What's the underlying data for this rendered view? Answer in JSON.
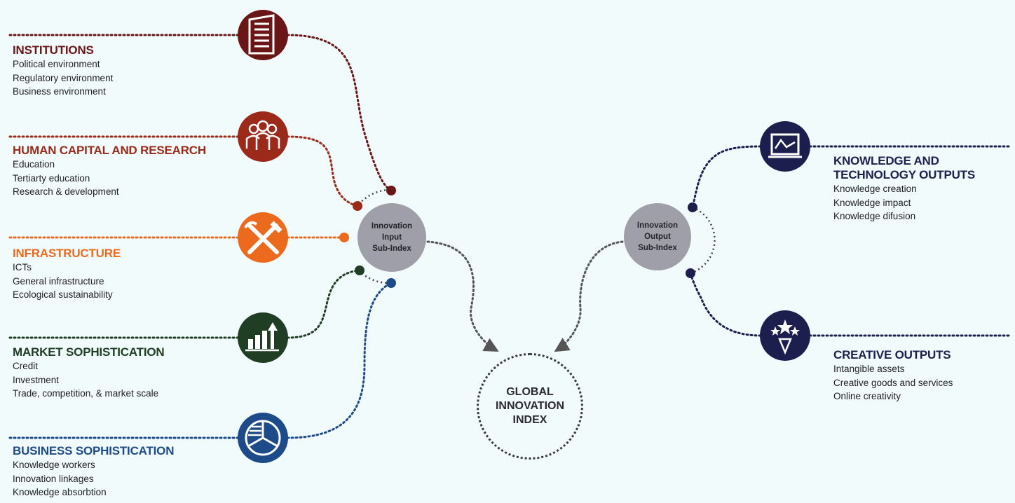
{
  "pillars": {
    "institutions": {
      "title": "INSTITUTIONS",
      "items": [
        "Political environment",
        "Regulatory environment",
        "Business environment"
      ],
      "color": "#6b1616",
      "icon": "building-icon"
    },
    "human_capital": {
      "title": "HUMAN CAPITAL AND RESEARCH",
      "items": [
        "Education",
        "Tertiarty education",
        "Research & development"
      ],
      "color": "#9b2a1a",
      "icon": "people-icon"
    },
    "infrastructure": {
      "title": "INFRASTRUCTURE",
      "items": [
        "ICTs",
        "General infrastructure",
        "Ecological sustainability"
      ],
      "color": "#ec6a1e",
      "icon": "tools-icon"
    },
    "market": {
      "title": "MARKET SOPHISTICATION",
      "items": [
        "Credit",
        "Investment",
        "Trade, competition, & market scale"
      ],
      "color": "#1f3e23",
      "icon": "bar-chart-up-icon"
    },
    "business": {
      "title": "BUSINESS SOPHISTICATION",
      "items": [
        "Knowledge workers",
        "Innovation linkages",
        "Knowledge absorbtion"
      ],
      "color": "#1d4b8a",
      "icon": "pie-chart-icon"
    },
    "knowledge": {
      "title_line1": "KNOWLEDGE AND",
      "title_line2": "TECHNOLOGY OUTPUTS",
      "items": [
        "Knowledge creation",
        "Knowledge impact",
        "Knowledge difusion"
      ],
      "color": "#1c1e4d",
      "icon": "monitor-chart-icon"
    },
    "creative": {
      "title": "CREATIVE OUTPUTS",
      "items": [
        "Intangible assets",
        "Creative goods and services",
        "Online creativity"
      ],
      "color": "#1c1e4d",
      "icon": "stars-pencil-icon"
    }
  },
  "input_subindex": {
    "line1": "Innovation",
    "line2": "Input",
    "line3": "Sub-Index"
  },
  "output_subindex": {
    "line1": "Innovation",
    "line2": "Output",
    "line3": "Sub-Index"
  },
  "gii": {
    "line1": "GLOBAL",
    "line2": "INNOVATION",
    "line3": "INDEX"
  }
}
